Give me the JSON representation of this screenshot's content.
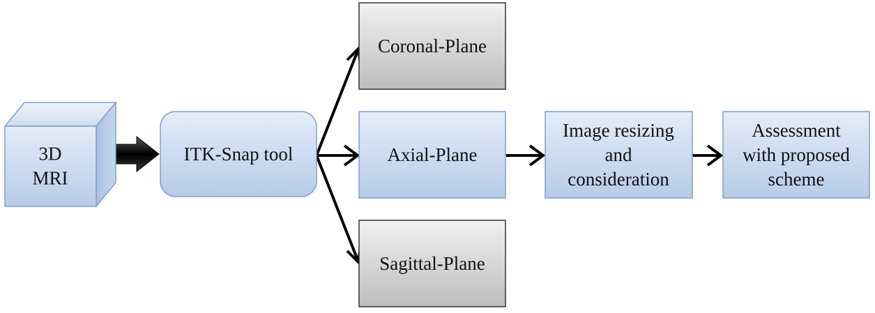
{
  "diagram": {
    "nodes": {
      "mri": {
        "lines": [
          "3D",
          "MRI"
        ]
      },
      "itk": {
        "lines": [
          "ITK-Snap tool"
        ]
      },
      "coronal": {
        "lines": [
          "Coronal-Plane"
        ]
      },
      "axial": {
        "lines": [
          "Axial-Plane"
        ]
      },
      "sagittal": {
        "lines": [
          "Sagittal-Plane"
        ]
      },
      "resize": {
        "lines": [
          "Image resizing",
          "and",
          "consideration"
        ]
      },
      "assess": {
        "lines": [
          "Assessment",
          "with proposed",
          "scheme"
        ]
      }
    },
    "edges": [
      {
        "from": "mri",
        "to": "itk",
        "style": "block-arrow"
      },
      {
        "from": "itk",
        "to": "coronal",
        "style": "arrow"
      },
      {
        "from": "itk",
        "to": "axial",
        "style": "arrow"
      },
      {
        "from": "itk",
        "to": "sagittal",
        "style": "arrow"
      },
      {
        "from": "axial",
        "to": "resize",
        "style": "arrow"
      },
      {
        "from": "resize",
        "to": "assess",
        "style": "arrow"
      }
    ],
    "colors": {
      "blue_fill_light": "#dbe6f4",
      "blue_fill_dark": "#b3c8e6",
      "blue_stroke": "#7f9fcc",
      "grey_fill_light": "#eeeeee",
      "grey_fill_dark": "#c4c4c4",
      "grey_stroke": "#333333",
      "arrow": "#000000"
    }
  }
}
